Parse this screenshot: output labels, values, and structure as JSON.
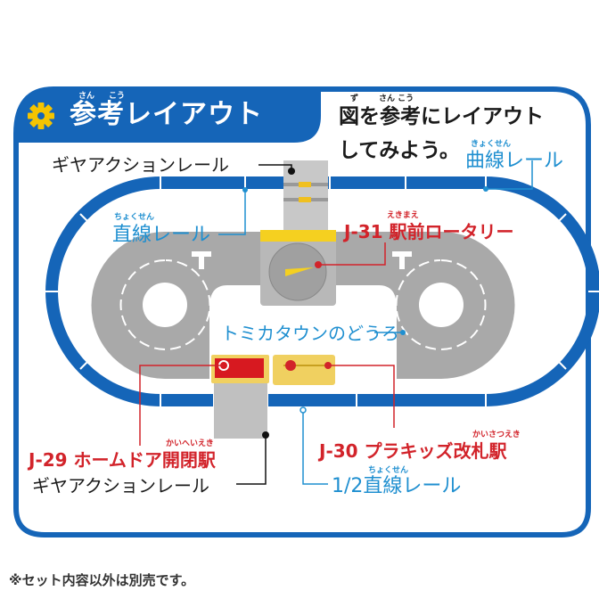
{
  "header": {
    "icon": "gear-icon",
    "title": "参考レイアウト",
    "title_ruby": [
      "さん",
      "こう"
    ],
    "instruction_line1": "図を参考にレイアウト",
    "instruction_line1_ruby": [
      "ず",
      "さん こう"
    ],
    "instruction_line2": "してみよう。"
  },
  "labels": {
    "gear_action_rail_top": "ギヤアクションレール",
    "curved_rail": "曲線レール",
    "curved_rail_ruby": "きょくせん",
    "straight_rail": "直線レール",
    "straight_rail_ruby": "ちょくせん",
    "j31": "J-31 駅前ロータリー",
    "j31_ruby": "えきまえ",
    "tomica_road": "トミカタウンのどうろ",
    "j29": "J-29 ホームドア開閉駅",
    "j29_ruby": "かいへいえき",
    "j30": "J-30 プラキッズ改札駅",
    "j30_ruby": "かいさつえき",
    "gear_action_rail_bottom": "ギヤアクションレール",
    "half_straight_rail": "1/2直線レール",
    "half_straight_rail_ruby": "ちょくせん"
  },
  "footnote": "※セット内容以外は別売です。",
  "colors": {
    "frame_blue": "#1565b8",
    "rail_blue": "#1565b8",
    "road_gray": "#a9a9a9",
    "label_blue": "#1f8fd0",
    "label_red": "#d2232a",
    "gear_yellow": "#f5c400",
    "station_red": "#d71920",
    "station_yellow": "#f0d060"
  }
}
